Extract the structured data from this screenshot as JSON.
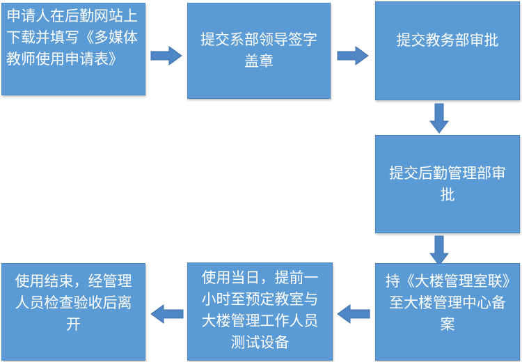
{
  "steps": [
    "申请人在后勤网站上下载并填写《多媒体教师使用申请表》",
    "提交系部领导签字盖章",
    "提交教务部审批",
    "提交后勤管理部审批",
    "持《大楼管理室联》至大楼管理中心备案",
    "使用当日，提前一小时至预定教室与大楼管理工作人员测试设备",
    "使用结束，经管理人员检查验收后离开"
  ],
  "colors": {
    "box_fill": "#5b9bd5",
    "box_border": "#4a86bf",
    "text": "#ffffff",
    "arrow": "#4f86c6"
  }
}
